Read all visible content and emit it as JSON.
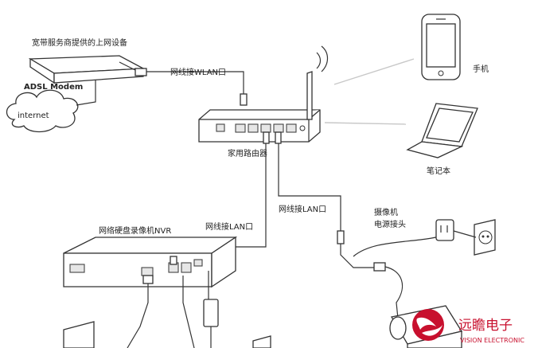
{
  "labels": {
    "isp_device": "宽带服务商提供的上网设备",
    "adsl_modem": "ADSL Modem",
    "internet": "internet",
    "wan_cable": "网线接WLAN口",
    "router": "家用路由器",
    "phone": "手机",
    "laptop": "笔记本",
    "lan_cable_nvr": "网线接LAN口",
    "lan_cable_cam": "网线接LAN口",
    "nvr": "网络硬盘录像机NVR",
    "camera_power_line1": "摄像机",
    "camera_power_line2": "电源接头"
  },
  "logo": {
    "name_cn": "远瞻电子",
    "name_en": "VISION ELECTRONIC",
    "color": "#c8102e"
  },
  "icons": [
    "cloud-icon",
    "modem-icon",
    "router-icon",
    "antenna-icon",
    "phone-icon",
    "laptop-icon",
    "nvr-icon",
    "camera-icon",
    "power-outlet-icon",
    "power-adapter-icon",
    "monitor-icon",
    "logo-icon"
  ]
}
